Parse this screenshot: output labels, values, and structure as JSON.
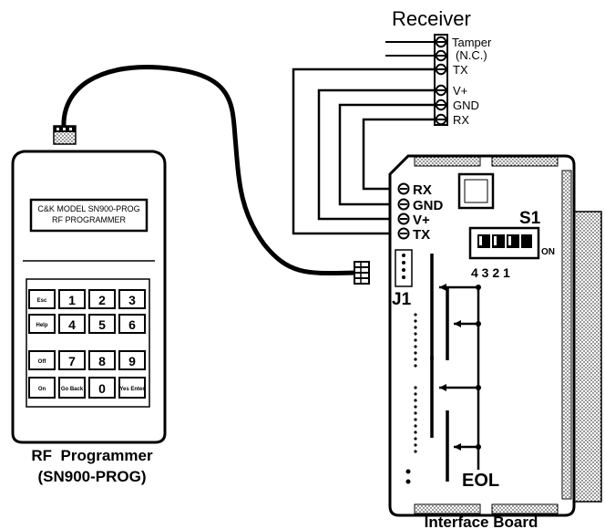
{
  "receiver": {
    "title": "Receiver",
    "terminals": [
      "Tamper",
      "(N.C.)",
      "TX",
      "V+",
      "GND",
      "RX"
    ]
  },
  "programmer": {
    "display_line1": "C&K MODEL SN900-PROG",
    "display_line2": "RF PROGRAMMER",
    "keys": [
      {
        "label": "Esc"
      },
      {
        "label": "1"
      },
      {
        "label": "2"
      },
      {
        "label": "3"
      },
      {
        "label": "Help"
      },
      {
        "label": "4"
      },
      {
        "label": "5"
      },
      {
        "label": "6"
      },
      {
        "label": "Off"
      },
      {
        "label": "7"
      },
      {
        "label": "8"
      },
      {
        "label": "9"
      },
      {
        "label": "On"
      },
      {
        "label": "Go Back"
      },
      {
        "label": "0"
      },
      {
        "label": "Yes Enter"
      }
    ],
    "caption_line1": "RF  Programmer",
    "caption_line2": "(SN900-PROG)"
  },
  "board": {
    "terminals": [
      "RX",
      "GND",
      "V+",
      "TX"
    ],
    "switch_label": "S1",
    "switch_on": "ON",
    "switch_numbers": "4 3 2 1",
    "jumper": "J1",
    "eol": "EOL",
    "caption": "Interface Board"
  }
}
